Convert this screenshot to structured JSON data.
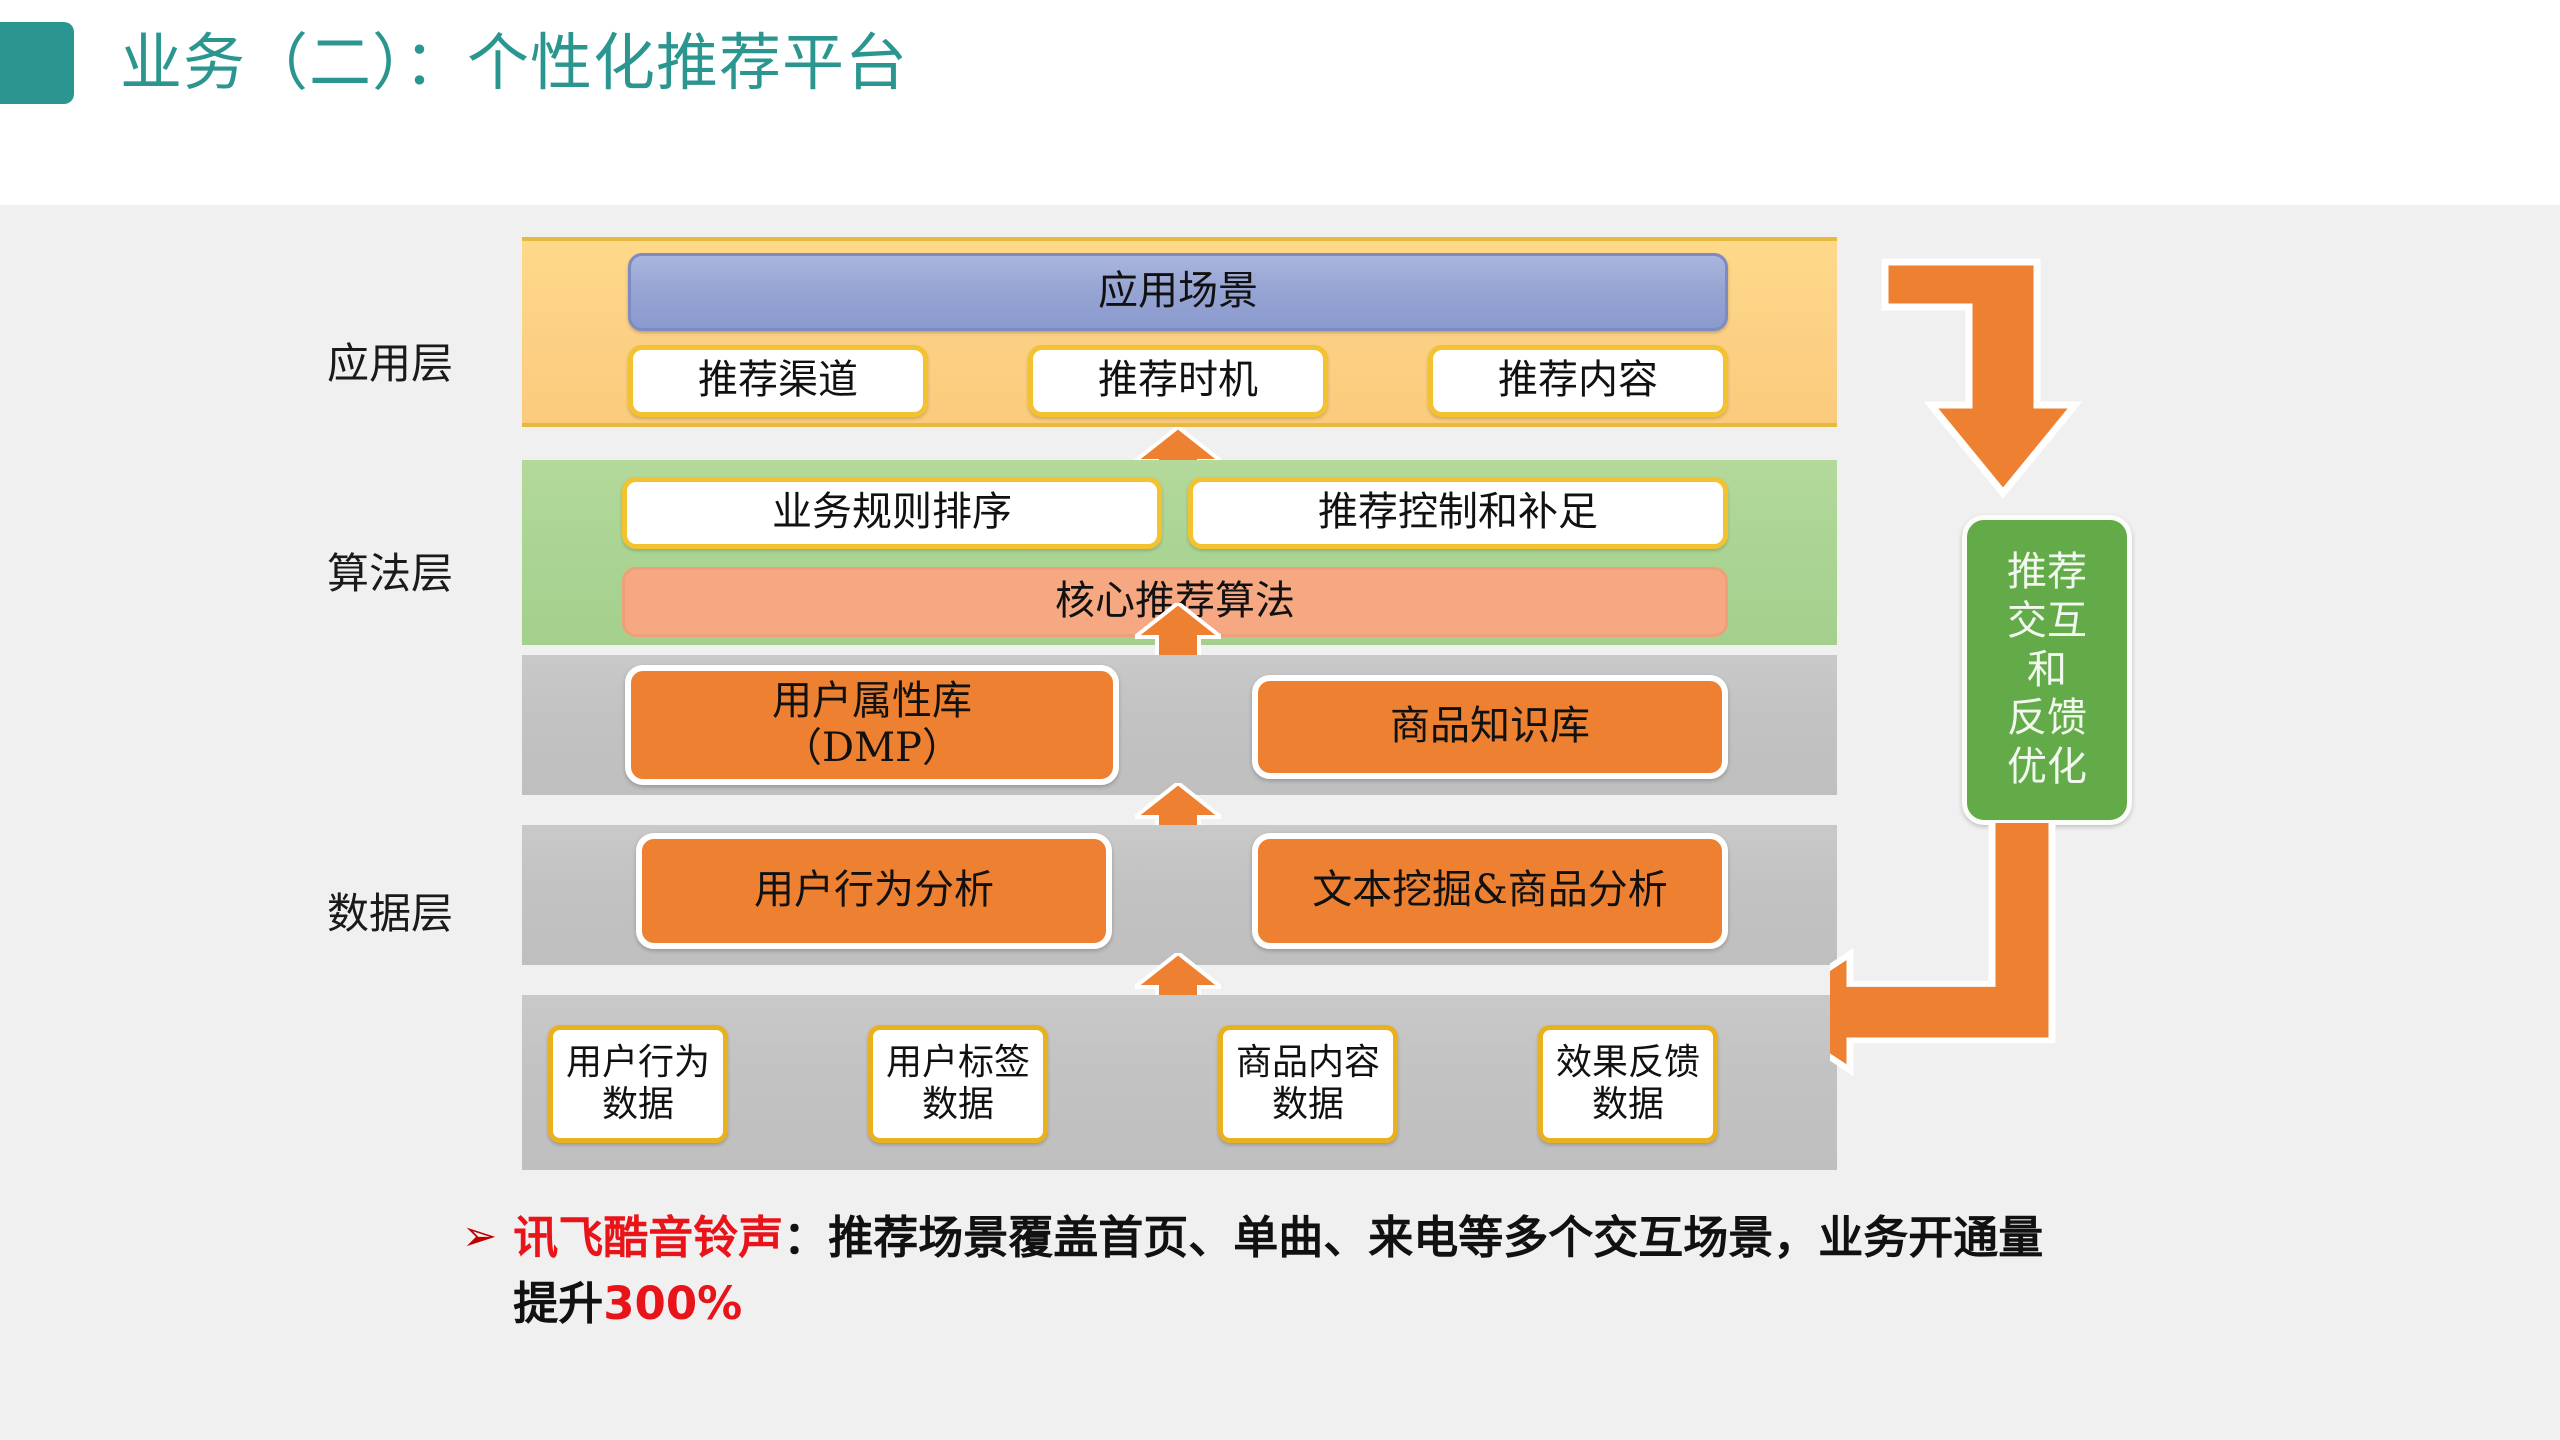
{
  "header": {
    "title": "业务（二）：个性化推荐平台",
    "accent_color": "#2b9690",
    "marker_name": "title-accent-bar"
  },
  "diagram": {
    "row_labels": [
      {
        "id": "application",
        "label": "应用层"
      },
      {
        "id": "algorithm",
        "label": "算法层"
      },
      {
        "id": "data",
        "label": "数据层"
      }
    ],
    "application_layer": {
      "band_color": "#fcd185",
      "headline": "应用场景",
      "headline_color": "#97a5d4",
      "items": [
        "推荐渠道",
        "推荐时机",
        "推荐内容"
      ]
    },
    "algorithm_layer": {
      "band_color": "#a9d392",
      "items": [
        "业务规则排序",
        "推荐控制和补足"
      ],
      "core": "核心推荐算法",
      "core_color": "#f5a882"
    },
    "knowledge_row": {
      "band_color": "#c2c2c2",
      "items": [
        "用户属性库\n（DMP）",
        "商品知识库"
      ],
      "item_color": "#ed8031"
    },
    "analysis_row": {
      "band_color": "#c2c2c2",
      "items": [
        "用户行为分析",
        "文本挖掘&商品分析"
      ],
      "item_color": "#ed8031"
    },
    "source_row": {
      "band_color": "#c2c2c2",
      "items": [
        {
          "line1": "用户行为",
          "line2": "数据"
        },
        {
          "line1": "用户标签",
          "line2": "数据"
        },
        {
          "line1": "商品内容",
          "line2": "数据"
        },
        {
          "line1": "效果反馈",
          "line2": "数据"
        }
      ]
    },
    "feedback": {
      "lines": [
        "推荐",
        "交互",
        "和",
        "反馈",
        "优化"
      ],
      "box_color": "#63ab48",
      "arrow_color": "#ed8031"
    }
  },
  "footnote": {
    "bullet_marker": "➢",
    "highlight": "讯飞酷音铃声",
    "body_part1": "：推荐场景覆盖首页、单曲、来电等多个交互场景，业务开通量提升",
    "metric": "300%",
    "highlight_color": "#e8141a"
  }
}
